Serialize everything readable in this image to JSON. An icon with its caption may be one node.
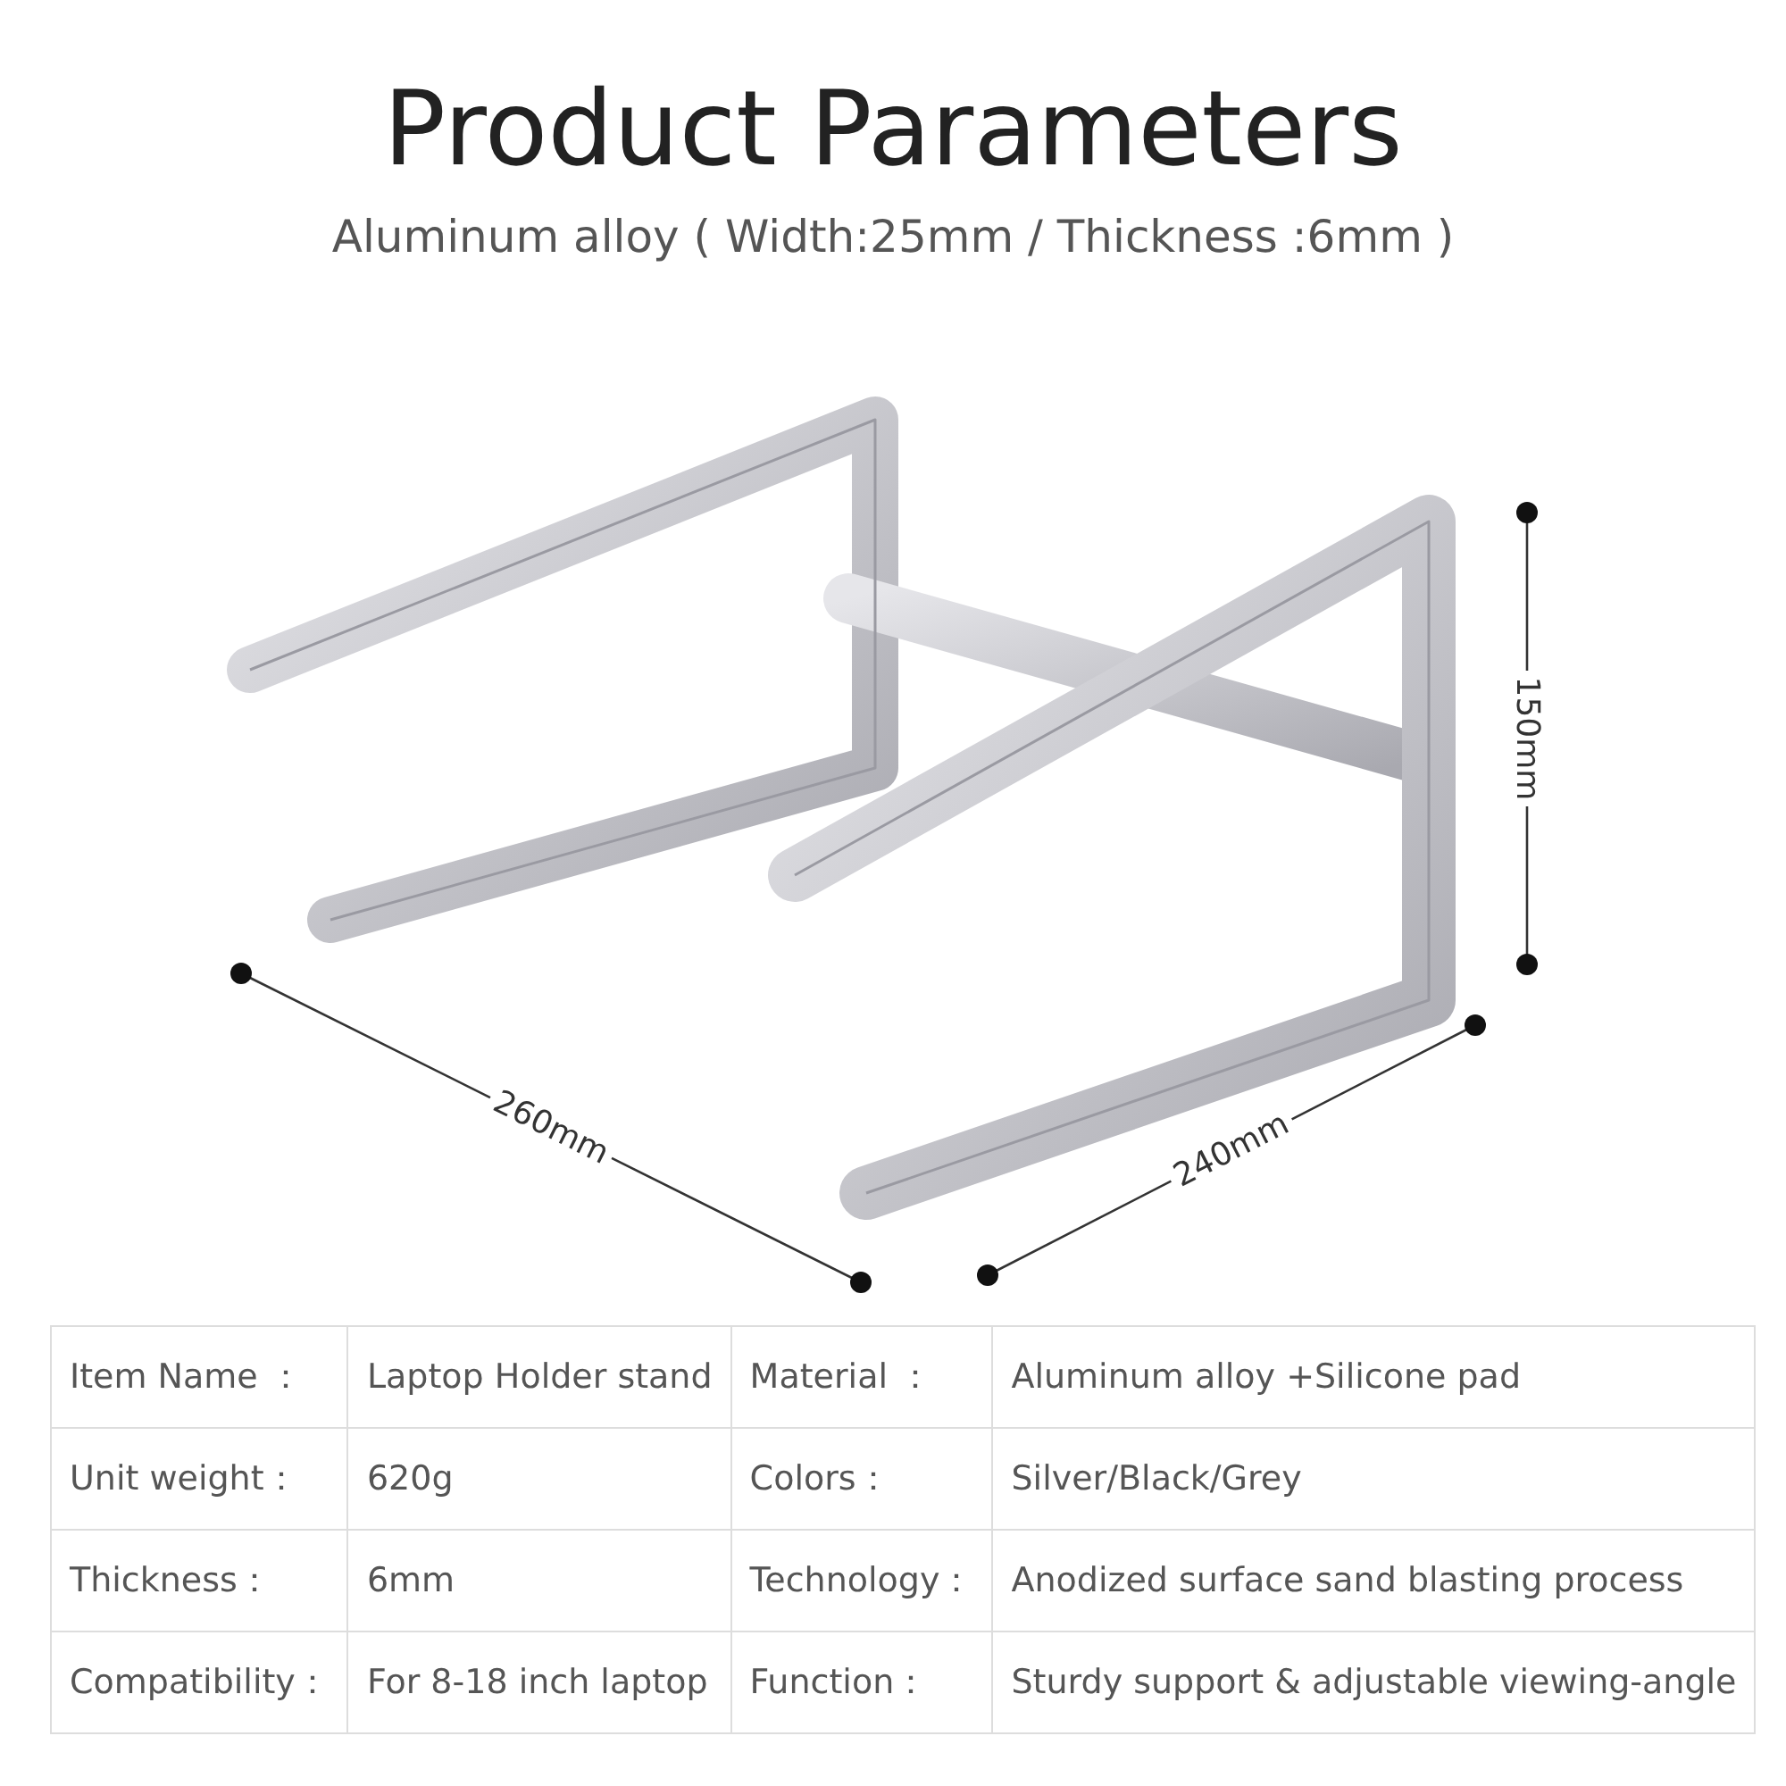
{
  "diagram": {
    "title": "Product Parameters",
    "labels": [
      "Aluminum alloy ( Width:25mm / Thickness :6mm )",
      "150mm",
      "260mm",
      "240mm",
      "Item Name ：",
      "Laptop Holder stand",
      "Material ：",
      "Aluminum alloy +Silicone pad",
      "Unit weight：",
      "620g",
      "Colors：",
      "Silver/Black/Grey",
      "Thickness：",
      "6mm",
      "Technology：",
      "Anodized surface sand blasting process",
      "Compatibility：",
      "For 8-18 inch laptop",
      "Function：",
      "Sturdy support & adjustable viewing-angle"
    ]
  }
}
